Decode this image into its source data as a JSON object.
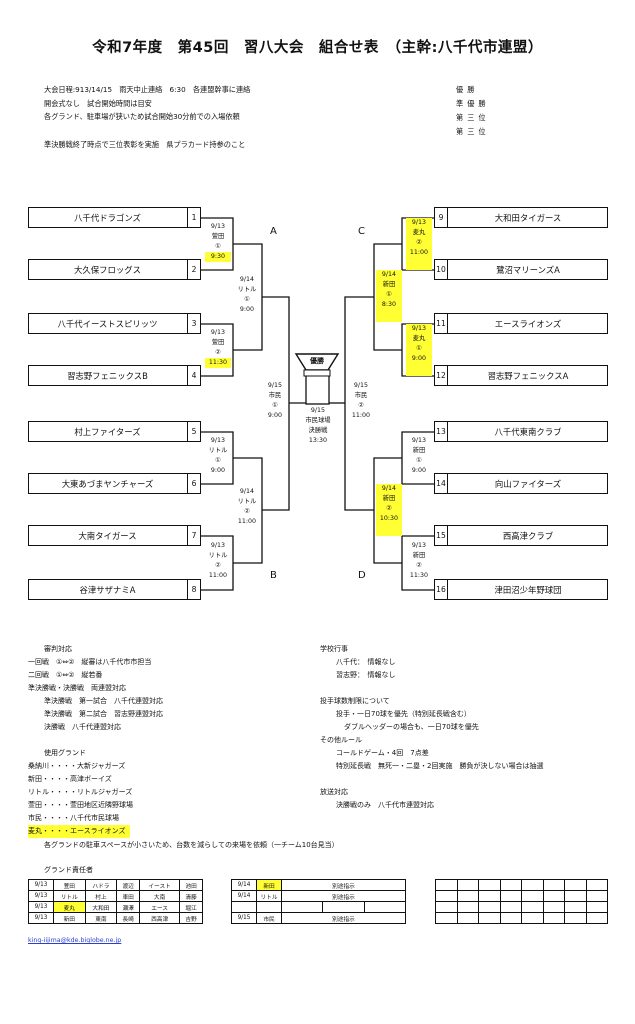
{
  "title": "令和7年度　第45回　習八大会　組合せ表　（主幹:八千代市連盟）",
  "notes": [
    "大会日程:913/14/15　雨天中止連絡　6:30　各連盟幹事に連絡",
    "開会式なし　試合開始時間は目安",
    "各グランド、駐車場が狭いため試合開始30分前での入場依頼",
    "準決勝戦終了時点で三位表彰を実施　県プラカード持参のこと"
  ],
  "results": [
    "優勝",
    "準優勝",
    "第三位",
    "第三位"
  ],
  "blocks": [
    "A",
    "B",
    "C",
    "D"
  ],
  "teams_left": [
    {
      "name": "八千代ドラゴンズ",
      "num": "1"
    },
    {
      "name": "大久保フロッグス",
      "num": "2"
    },
    {
      "name": "八千代イーストスピリッツ",
      "num": "3"
    },
    {
      "name": "習志野フェニックスB",
      "num": "4"
    },
    {
      "name": "村上ファイターズ",
      "num": "5"
    },
    {
      "name": "大東あづまヤンチャーズ",
      "num": "6"
    },
    {
      "name": "大南タイガース",
      "num": "7"
    },
    {
      "name": "谷津サザナミA",
      "num": "8"
    }
  ],
  "teams_right": [
    {
      "name": "大和田タイガース",
      "num": "9"
    },
    {
      "name": "鷺沼マリーンズA",
      "num": "10"
    },
    {
      "name": "エースライオンズ",
      "num": "11"
    },
    {
      "name": "習志野フェニックスA",
      "num": "12"
    },
    {
      "name": "八千代東南クラブ",
      "num": "13"
    },
    {
      "name": "向山ファイターズ",
      "num": "14"
    },
    {
      "name": "西高津クラブ",
      "num": "15"
    },
    {
      "name": "津田沼少年野球団",
      "num": "16"
    }
  ],
  "matches": {
    "m1": [
      "9/13",
      "萱田",
      "①",
      "9:30"
    ],
    "m2": [
      "9/13",
      "萱田",
      "②",
      "11:30"
    ],
    "m3": [
      "9/13",
      "リトル",
      "①",
      "9:00"
    ],
    "m4": [
      "9/13",
      "リトル",
      "②",
      "11:00"
    ],
    "m5": [
      "9/13",
      "麦丸",
      "②",
      "11:00"
    ],
    "m6": [
      "9/13",
      "麦丸",
      "①",
      "9:00"
    ],
    "m7": [
      "9/13",
      "新田",
      "①",
      "9:00"
    ],
    "m8": [
      "9/13",
      "新田",
      "②",
      "11:30"
    ],
    "r2a": [
      "9/14",
      "リトル",
      "①",
      "9:00"
    ],
    "r2b": [
      "9/14",
      "リトル",
      "②",
      "11:00"
    ],
    "r2c": [
      "9/14",
      "新田",
      "①",
      "8:30"
    ],
    "r2d": [
      "9/14",
      "新田",
      "②",
      "10:30"
    ],
    "sf1": [
      "9/15",
      "市民",
      "①",
      "9:00"
    ],
    "sf2": [
      "9/15",
      "市民",
      "②",
      "11:00"
    ],
    "final": [
      "9/15",
      "市民球場",
      "決勝戦",
      "13:30"
    ]
  },
  "trophy_label": "優勝",
  "left_section": [
    "審判対応",
    "一回戦　①⇔②　縦審は八千代市市担当",
    "二回戦　①⇔②　縦若番",
    "準決勝戦・決勝戦　両連盟対応",
    "準決勝戦　第一試合　八千代連盟対応",
    "準決勝戦　第二試合　習志野連盟対応",
    "決勝戦　八千代連盟対応",
    "使用グランド",
    "桑納川・・・・大新ジャガーズ",
    "新田・・・・高津ボーイズ",
    "リトル・・・・リトルジャガーズ",
    "萱田・・・・萱田地区近隣野球場",
    "市民・・・・八千代市民球場",
    "麦丸・・・・エースライオンズ",
    "各グランドの駐車スペースが小さいため、台数を減らしての来場を依頼（一チーム10台見当）"
  ],
  "right_section": [
    "学校行事",
    "八千代：　情報なし",
    "習志野：　情報なし",
    "投手球数制限について",
    "投手・一日70球を優先（特別延長戦含む）",
    "ダブルヘッダーの場合も、一日70球を優先",
    "その他ルール",
    "コールドゲーム・4回　7点差",
    "特別延長戦　無死一・二塁・2回実施　勝負が決しない場合は抽選",
    "放送対応",
    "決勝戦のみ　八千代市連盟対応"
  ],
  "ground_title": "グランド責任者",
  "table1": [
    [
      "9/13",
      "萱田",
      "ハドラ",
      "渡辺",
      "イースト",
      "池田"
    ],
    [
      "9/13",
      "リトル",
      "村上",
      "車田",
      "大南",
      "清藤"
    ],
    [
      "9/13",
      "麦丸",
      "大和田",
      "瀬澤",
      "エース",
      "堀江"
    ],
    [
      "9/13",
      "新田",
      "東南",
      "長崎",
      "西高津",
      "吉野"
    ]
  ],
  "table2": [
    [
      "9/14",
      "新田",
      "別途指示"
    ],
    [
      "9/14",
      "リトル",
      "別途指示"
    ],
    [
      "",
      "",
      "",
      "",
      ""
    ],
    [
      "9/15",
      "市民",
      "別途指示"
    ]
  ],
  "email": "king-iijima@kde.biglobe.ne.jp",
  "colors": {
    "highlight": "#ffff33",
    "line": "#111111",
    "link": "#2a3fd0"
  }
}
